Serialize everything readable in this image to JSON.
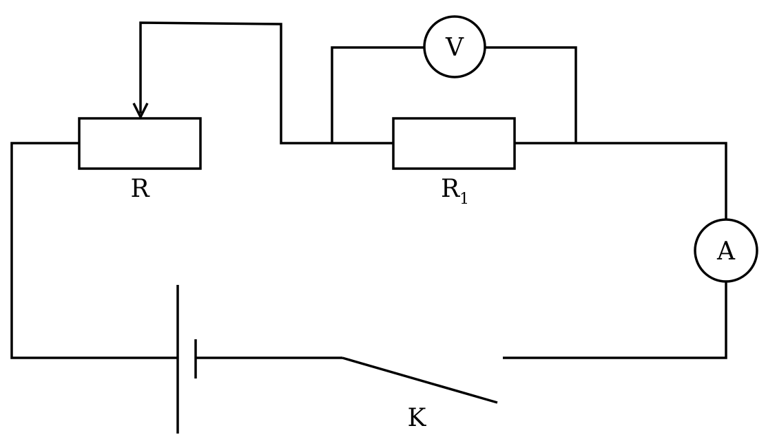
{
  "components": {
    "rheostat": {
      "label": "R"
    },
    "resistor": {
      "label": "R",
      "subscript": "1"
    },
    "voltmeter": {
      "symbol": "V"
    },
    "ammeter": {
      "symbol": "A"
    },
    "switch": {
      "label": "K"
    }
  }
}
